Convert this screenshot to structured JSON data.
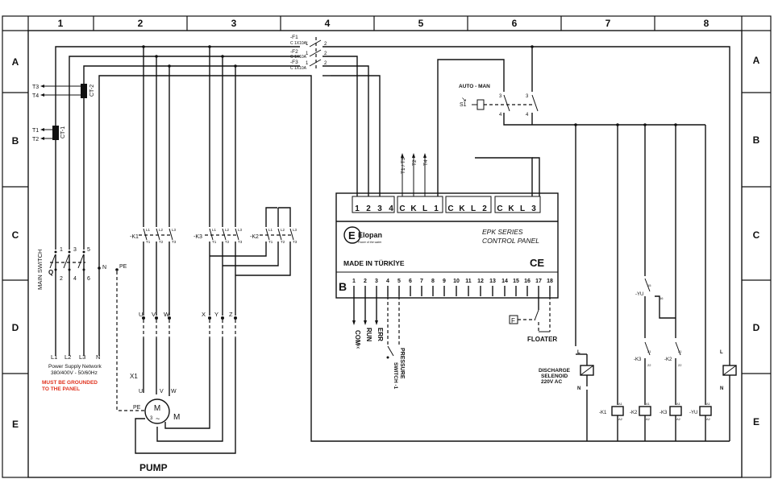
{
  "columns": [
    "1",
    "2",
    "3",
    "4",
    "5",
    "6",
    "7",
    "8"
  ],
  "rows": [
    "A",
    "B",
    "C",
    "D",
    "E"
  ],
  "fuses": [
    {
      "name": "-F1",
      "rating": "C 1X10A"
    },
    {
      "name": "-F2",
      "rating": "C 1X10A"
    },
    {
      "name": "-F3",
      "rating": "C 1X10A"
    }
  ],
  "fuse_terminals": {
    "in": "1",
    "out": "2"
  },
  "ct": {
    "ct2": "CT-2",
    "ct1": "CT-1",
    "t3": "T3",
    "t4": "T4",
    "t1": "T1",
    "t2": "T2"
  },
  "main_switch": {
    "label": "MAIN SWITCH",
    "q": "Q",
    "t1": "1",
    "t3": "3",
    "t5": "5",
    "t2": "2",
    "t4": "4",
    "t6": "6",
    "n": "N",
    "pe": "PE"
  },
  "supply": {
    "l1": "L1",
    "l2": "L2",
    "l3": "L3",
    "n": "N",
    "line1": "Power Supply Network",
    "line2": "380/400V - 50/60Hz"
  },
  "warning": {
    "line1": "MUST BE GROUNDED",
    "line2": "TO THE PANEL"
  },
  "contactors": {
    "k1": "-K1",
    "k3": "-K3",
    "k2": "-K2",
    "pins_in": [
      "L1",
      "L2",
      "L3"
    ],
    "pins_out": [
      "T1",
      "T2",
      "T3"
    ]
  },
  "motor_terms": {
    "u": "U",
    "v": "V",
    "w": "W",
    "x": "X",
    "y": "Y",
    "z": "Z",
    "x1": "X1",
    "pe": "PE",
    "m": "M",
    "m3": "3",
    "pump": "PUMP"
  },
  "auto_man": {
    "label": "AUTO - MAN",
    "s1": "S1",
    "c3": "3",
    "c4": "4"
  },
  "ct_inputs": [
    "T1 / T3",
    "T2",
    "T4"
  ],
  "panel": {
    "top_terminals": [
      "1",
      "2",
      "3",
      "4",
      "C",
      "K",
      "L",
      "1",
      "C",
      "K",
      "L",
      "2",
      "C",
      "K",
      "L",
      "3"
    ],
    "brand": "Elopan",
    "brand_sub": "Power of the water",
    "series": "EPK SERIES",
    "title": "CONTROL PANEL",
    "made_in": "MADE IN TÜRKİYE",
    "ce": "CE",
    "b": "B",
    "bottom_terminals": [
      "1",
      "2",
      "3",
      "4",
      "5",
      "6",
      "7",
      "8",
      "9",
      "10",
      "11",
      "12",
      "13",
      "14",
      "15",
      "16",
      "17",
      "18"
    ]
  },
  "signals": {
    "com": "COM",
    "run": "RUN",
    "err": "ERR",
    "pressure": "PRESSURE",
    "switch": "SWITCH -1",
    "floater": "FLOATER",
    "f": "F"
  },
  "selenoid": {
    "line1": "DISCHARGE",
    "line2": "SELENOID",
    "line3": "220V AC",
    "l": "L",
    "n": "N"
  },
  "coils": {
    "k1": "-K1",
    "k2": "-K2",
    "k3": "-K3",
    "yu": "-YU",
    "a1": "A1",
    "a2": "A2"
  },
  "interlocks": {
    "yu": "-YU",
    "k3": "-K3",
    "k2": "-K2",
    "p21": "21",
    "p22": "22",
    "p15": "15",
    "p16": "16"
  },
  "right_supply": {
    "l": "L",
    "n": "N"
  }
}
